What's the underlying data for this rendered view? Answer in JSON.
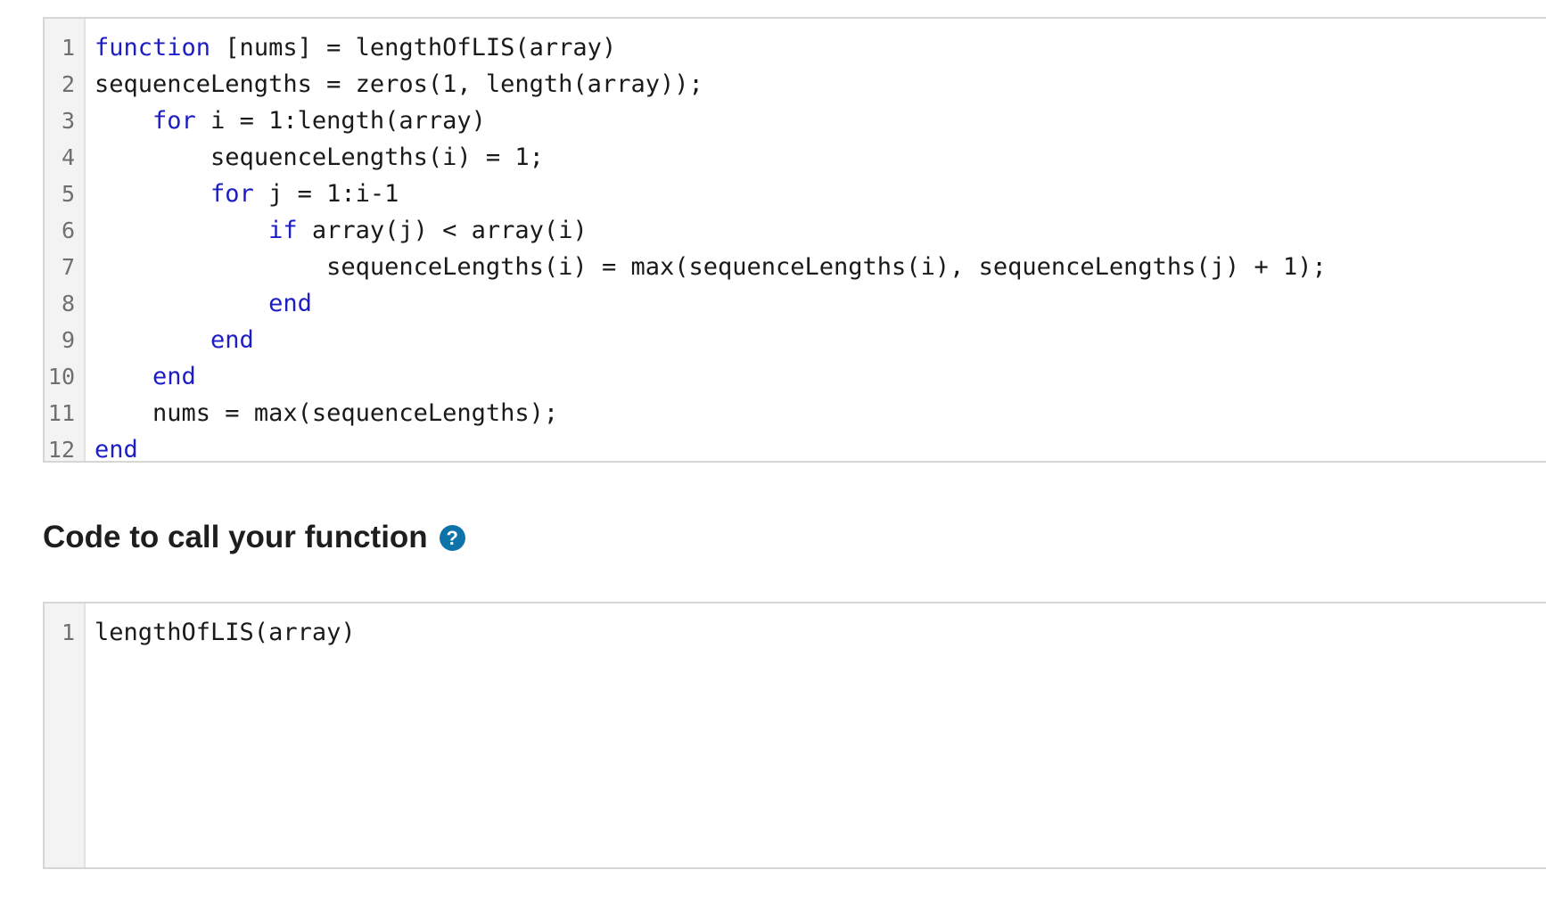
{
  "function_editor": {
    "lines": [
      {
        "number": "1",
        "indent": "",
        "keyword": "function",
        "rest": " [nums] = lengthOfLIS(array)"
      },
      {
        "number": "2",
        "indent": "",
        "keyword": "",
        "rest": "sequenceLengths = zeros(1, length(array));"
      },
      {
        "number": "3",
        "indent": "    ",
        "keyword": "for",
        "rest": " i = 1:length(array)"
      },
      {
        "number": "4",
        "indent": "        ",
        "keyword": "",
        "rest": "sequenceLengths(i) = 1;"
      },
      {
        "number": "5",
        "indent": "        ",
        "keyword": "for",
        "rest": " j = 1:i-1"
      },
      {
        "number": "6",
        "indent": "            ",
        "keyword": "if",
        "rest": " array(j) < array(i)"
      },
      {
        "number": "7",
        "indent": "                ",
        "keyword": "",
        "rest": "sequenceLengths(i) = max(sequenceLengths(i), sequenceLengths(j) + 1);"
      },
      {
        "number": "8",
        "indent": "            ",
        "keyword": "end",
        "rest": ""
      },
      {
        "number": "9",
        "indent": "        ",
        "keyword": "end",
        "rest": ""
      },
      {
        "number": "10",
        "indent": "    ",
        "keyword": "end",
        "rest": ""
      },
      {
        "number": "11",
        "indent": "    ",
        "keyword": "",
        "rest": "nums = max(sequenceLengths);"
      },
      {
        "number": "12",
        "indent": "",
        "keyword": "end",
        "rest": ""
      }
    ]
  },
  "call_section": {
    "heading": "Code to call your function",
    "help_icon": "question-circle-icon",
    "help_glyph": "?"
  },
  "call_editor": {
    "lines": [
      {
        "number": "1",
        "indent": "",
        "keyword": "",
        "rest": "lengthOfLIS(array)"
      }
    ]
  },
  "colors": {
    "keyword": "#1d1dc4",
    "help_icon": "#0e73a8",
    "gutter": "#f3f3f3"
  }
}
